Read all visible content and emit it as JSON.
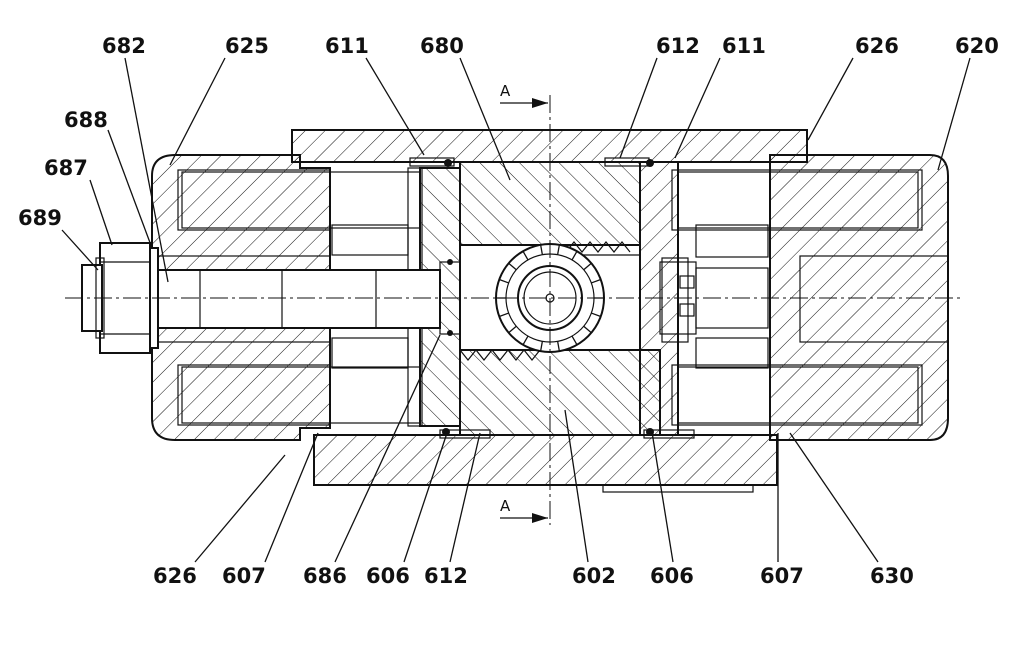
{
  "section_marks": {
    "top": "A",
    "bottom": "A"
  },
  "callouts": [
    {
      "id": "c682a",
      "text": "682"
    },
    {
      "id": "c625",
      "text": "625"
    },
    {
      "id": "c611a",
      "text": "611"
    },
    {
      "id": "c680",
      "text": "680"
    },
    {
      "id": "c612a",
      "text": "612"
    },
    {
      "id": "c611b",
      "text": "611"
    },
    {
      "id": "c626a",
      "text": "626"
    },
    {
      "id": "c620",
      "text": "620"
    },
    {
      "id": "c688",
      "text": "688"
    },
    {
      "id": "c687",
      "text": "687"
    },
    {
      "id": "c689",
      "text": "689"
    },
    {
      "id": "c626b",
      "text": "626"
    },
    {
      "id": "c607a",
      "text": "607"
    },
    {
      "id": "c686",
      "text": "686"
    },
    {
      "id": "c606a",
      "text": "606"
    },
    {
      "id": "c612b",
      "text": "612"
    },
    {
      "id": "c602",
      "text": "602"
    },
    {
      "id": "c606b",
      "text": "606"
    },
    {
      "id": "c607b",
      "text": "607"
    },
    {
      "id": "c630",
      "text": "630"
    }
  ]
}
